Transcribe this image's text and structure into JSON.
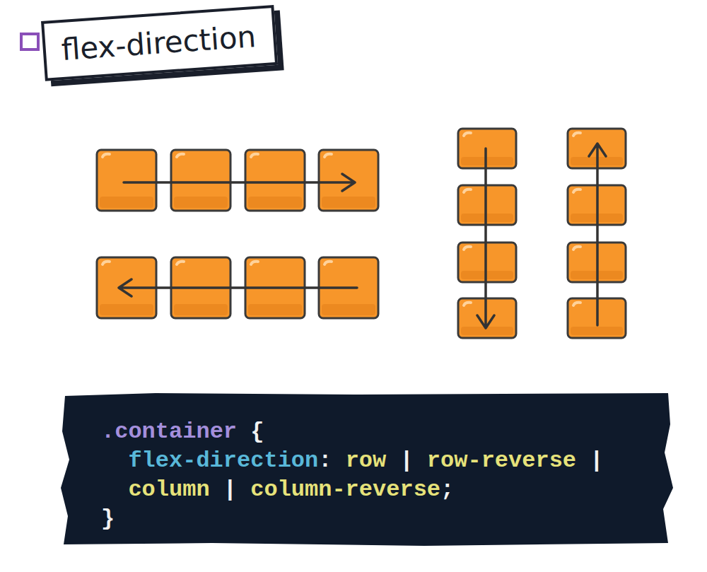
{
  "diagram": {
    "title": "flex-direction",
    "labels": [
      ".container",
      "{",
      "flex-direction",
      ":",
      "row",
      "|",
      "row-reverse",
      "|",
      "column",
      "|",
      "column-reverse",
      ";",
      "}"
    ]
  }
}
